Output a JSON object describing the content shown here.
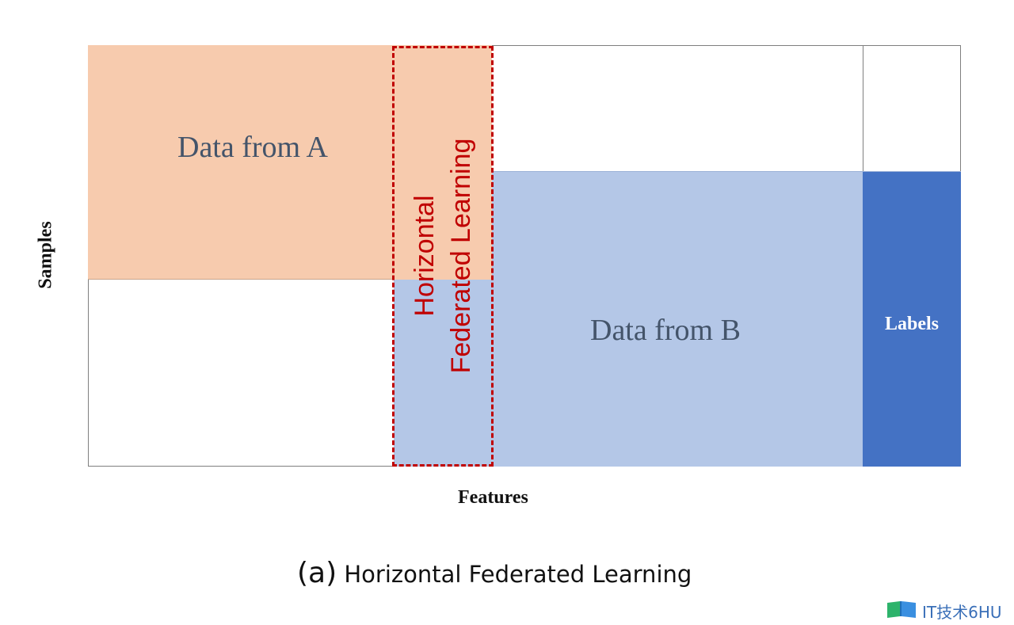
{
  "diagram": {
    "blocks": {
      "data_a": "Data from A",
      "data_b": "Data from B",
      "labels": "Labels"
    },
    "highlight": {
      "line1": "Horizontal",
      "line2": "Federated Learning"
    },
    "axes": {
      "y": "Samples",
      "x": "Features"
    },
    "caption": {
      "prefix": "(a)",
      "text": "Horizontal Federated Learning"
    },
    "colors": {
      "data_a": "#f7cbae",
      "data_b": "#b4c7e7",
      "labels": "#4472c4",
      "highlight": "#c00000",
      "block_text": "#44546a"
    }
  },
  "watermark": {
    "icon": "book-logo-icon",
    "text": "IT技术6HU"
  }
}
